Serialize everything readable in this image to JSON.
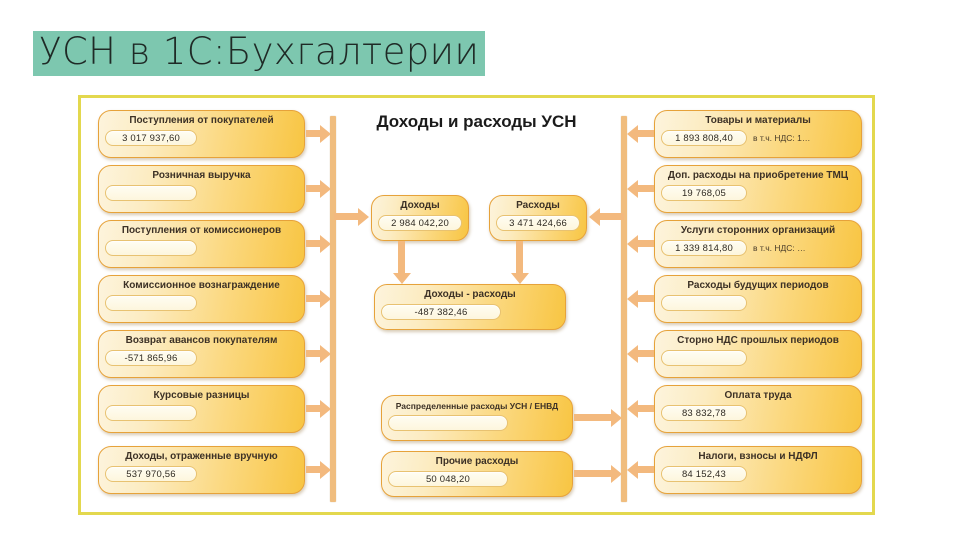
{
  "page": {
    "title": "УСН в 1С:Бухгалтерии",
    "title_highlight_color": "#7dc7af",
    "frame_border_color": "#e3d84e",
    "node_accent_color": "#f8c542",
    "arrow_color": "#f3b97e"
  },
  "diagram": {
    "heading": "Доходы и расходы УСН",
    "income_sources": [
      {
        "caption": "Поступления от покупателей",
        "value": "3 017 937,60",
        "extra": ""
      },
      {
        "caption": "Розничная выручка",
        "value": "",
        "extra": ""
      },
      {
        "caption": "Поступления от комиссионеров",
        "value": "",
        "extra": ""
      },
      {
        "caption": "Комиссионное вознаграждение",
        "value": "",
        "extra": ""
      },
      {
        "caption": "Возврат авансов покупателям",
        "value": "-571 865,96",
        "extra": ""
      },
      {
        "caption": "Курсовые разницы",
        "value": "",
        "extra": ""
      },
      {
        "caption": "Доходы, отраженные вручную",
        "value": "537 970,56",
        "extra": ""
      }
    ],
    "expense_sources": [
      {
        "caption": "Товары и материалы",
        "value": "1 893 808,40",
        "extra": "в т.ч. НДС: 1…"
      },
      {
        "caption": "Доп. расходы на приобретение ТМЦ",
        "value": "19 768,05",
        "extra": ""
      },
      {
        "caption": "Услуги сторонних организаций",
        "value": "1 339 814,80",
        "extra": "в т.ч. НДС: …"
      },
      {
        "caption": "Расходы будущих периодов",
        "value": "",
        "extra": ""
      },
      {
        "caption": "Сторно НДС прошлых периодов",
        "value": "",
        "extra": ""
      },
      {
        "caption": "Оплата труда",
        "value": "83 832,78",
        "extra": ""
      },
      {
        "caption": "Налоги, взносы и НДФЛ",
        "value": "84 152,43",
        "extra": ""
      }
    ],
    "totals": {
      "income": {
        "caption": "Доходы",
        "value": "2 984 042,20"
      },
      "expense": {
        "caption": "Расходы",
        "value": "3 471 424,66"
      },
      "result": {
        "caption": "Доходы - расходы",
        "value": "-487 382,46"
      }
    },
    "center_expenses": [
      {
        "caption": "Распределенные расходы УСН / ЕНВД",
        "value": ""
      },
      {
        "caption": "Прочие расходы",
        "value": "50 048,20"
      }
    ]
  }
}
